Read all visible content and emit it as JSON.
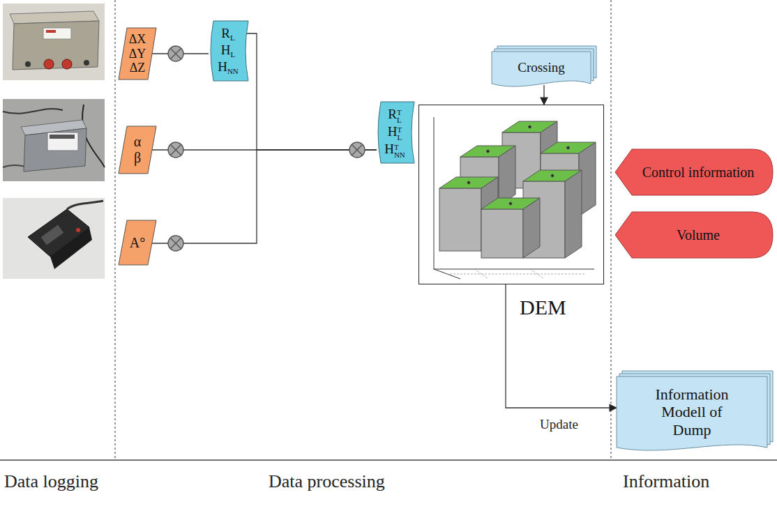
{
  "diagram": {
    "nodes": [
      {
        "text": [
          "ΔX ΔY ΔZ"
        ]
      },
      {
        "text": [
          "R",
          "L",
          "H",
          "L",
          "H",
          "NN"
        ]
      },
      {
        "text": [
          "Crossing"
        ]
      },
      {
        "text": [
          "α β"
        ]
      },
      {
        "text": [
          "R",
          "T",
          "L",
          "H",
          "T",
          "L",
          "H",
          "T",
          "NN"
        ]
      },
      {
        "text": [
          "DEM"
        ]
      },
      {
        "text": [
          "Control information"
        ]
      },
      {
        "text": [
          "Volume"
        ]
      },
      {
        "text": [
          "A°"
        ]
      },
      {
        "text": [
          "Information Modell of Dump"
        ]
      }
    ],
    "edges": [
      {
        "from": 0,
        "to": 1,
        "arrow": "none"
      },
      {
        "from": 3,
        "to": 4,
        "arrow": "none"
      },
      {
        "from": 1,
        "to": 4,
        "arrow": "none"
      },
      {
        "from": 8,
        "to": 4,
        "arrow": "none"
      },
      {
        "from": 2,
        "to": 5,
        "arrow": "to"
      },
      {
        "from": 5,
        "to": 9,
        "label": "Update",
        "arrow": "to"
      }
    ],
    "labels": [
      "Data logging",
      "Data processing",
      "Information"
    ]
  }
}
